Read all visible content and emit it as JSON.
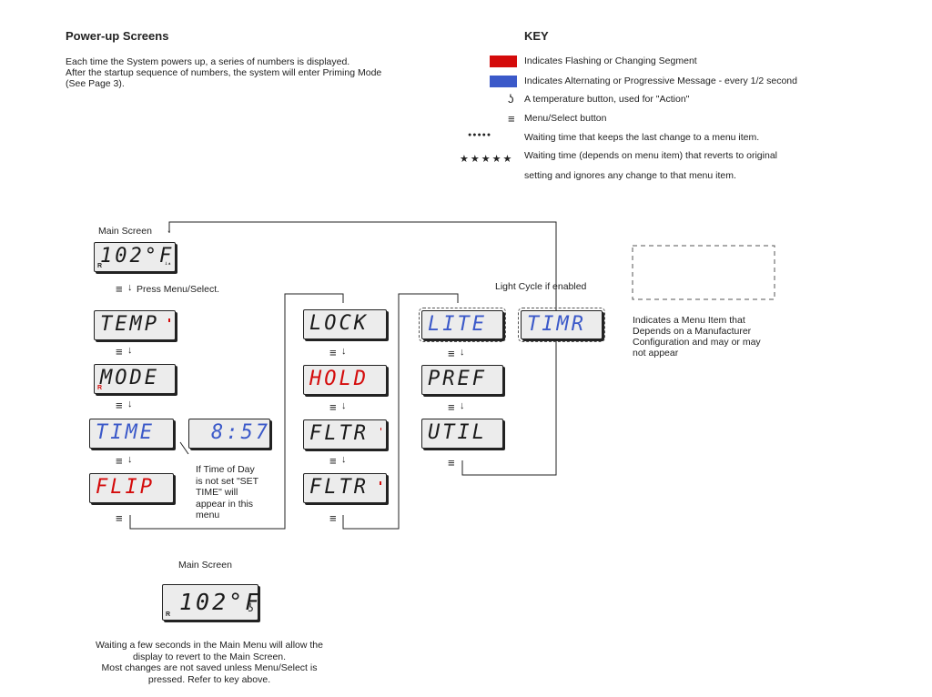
{
  "intro": {
    "heading": "Power-up Screens",
    "paragraph": [
      "Each time the System powers up, a series of numbers is displayed.",
      "After the startup sequence of numbers, the system will enter Priming Mode",
      "(See Page 3)."
    ]
  },
  "key": {
    "heading": "KEY",
    "items": [
      {
        "symbol": "red-swatch",
        "color": "#d40b0b",
        "text": "Indicates Flashing or Changing Segment"
      },
      {
        "symbol": "blue-swatch",
        "color": "#3b59c9",
        "text": "Indicates Alternating or Progressive Message - every 1/2 second"
      },
      {
        "symbol": "temp-button-icon",
        "glyph": "ʖ",
        "text": "A temperature button, used for \"Action\""
      },
      {
        "symbol": "menu-icon",
        "glyph": "≡",
        "text": "Menu/Select button"
      },
      {
        "symbol": "dots",
        "glyph": "●●●●●",
        "text": "Waiting time that keeps the last change to a menu item."
      },
      {
        "symbol": "stars",
        "glyph": "★★★★★",
        "text": "Waiting time (depends on menu item) that reverts to original"
      },
      {
        "symbol": "",
        "glyph": "",
        "text": "setting and ignores any change to that menu item."
      }
    ]
  },
  "flow": {
    "main_screen_label": "Main Screen",
    "press_label": "Press Menu/Select.",
    "light_cycle_label": "Light Cycle if enabled",
    "menu_glyph": "≡",
    "arrow_glyph": "↓",
    "displays": {
      "main": {
        "text": "102°F",
        "r": "R",
        "icon": "↓▴"
      },
      "temp": {
        "text": "TEMP",
        "color": "black"
      },
      "mode": {
        "text": "MODE",
        "color": "black",
        "r": "R"
      },
      "time": {
        "text": "TIME",
        "color": "blue"
      },
      "clock": {
        "text": "8:57",
        "color": "blue"
      },
      "flip": {
        "text": "FLIP",
        "color": "red"
      },
      "lock": {
        "text": "LOCK",
        "color": "black"
      },
      "hold": {
        "text": "HOLD",
        "color": "red"
      },
      "fltr1": {
        "text": "FLTR",
        "color": "black"
      },
      "fltr2": {
        "text": "FLTR",
        "color": "black"
      },
      "lite": {
        "text": "LITE",
        "color": "blue"
      },
      "timr": {
        "text": "TIMR",
        "color": "blue"
      },
      "pref": {
        "text": "PREF",
        "color": "black"
      },
      "util": {
        "text": "UTIL",
        "color": "black"
      }
    },
    "time_note": [
      "If Time of Day",
      "is not set \"SET",
      "TIME\" will",
      "appear in this",
      "menu"
    ],
    "dashed_legend": [
      "Indicates a Menu Item that",
      "Depends on a Manufacturer",
      "Configuration and may or may",
      "not appear"
    ]
  },
  "bottom": {
    "label": "Main Screen",
    "display": {
      "text": "102°F",
      "r": "R",
      "icon": "ʖ"
    },
    "note": [
      "Waiting a few seconds in the Main Menu will allow the",
      "display to revert to the Main Screen.",
      "Most changes are not saved unless Menu/Select is",
      "pressed. Refer to key above."
    ]
  }
}
